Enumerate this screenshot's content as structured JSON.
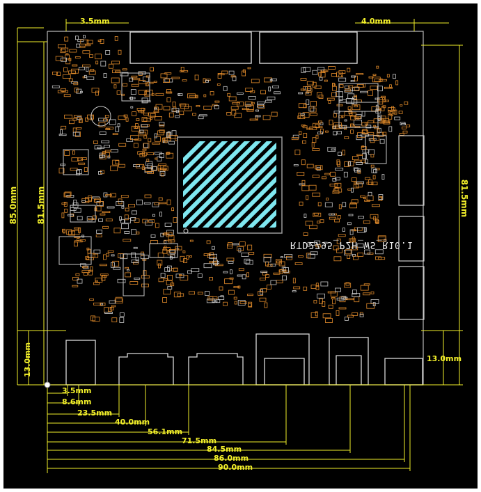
{
  "colors": {
    "background": "#000000",
    "dimension_lines": "#f2ef2a",
    "silkscreen": "#e08a2a",
    "board_outline": "#b7b7b7",
    "chip_stripes": "#7fe7f0",
    "chip_label": "#f0f0f0"
  },
  "chip": {
    "label": "RTD2795_P2H_WS_R10.1"
  },
  "dimensions": {
    "top_left": "3.5mm",
    "top_right": "4.0mm",
    "left_outer": "85.0mm",
    "left_inner": "81.5mm",
    "right": "81.5mm",
    "bottom_left_height": "13.0mm",
    "bottom_right_height": "13.0mm",
    "bottom_offsets": [
      "3.5mm",
      "8.6mm",
      "23.5mm",
      "40.0mm",
      "56.1mm",
      "71.5mm",
      "84.5mm",
      "86.0mm",
      "90.0mm"
    ]
  }
}
